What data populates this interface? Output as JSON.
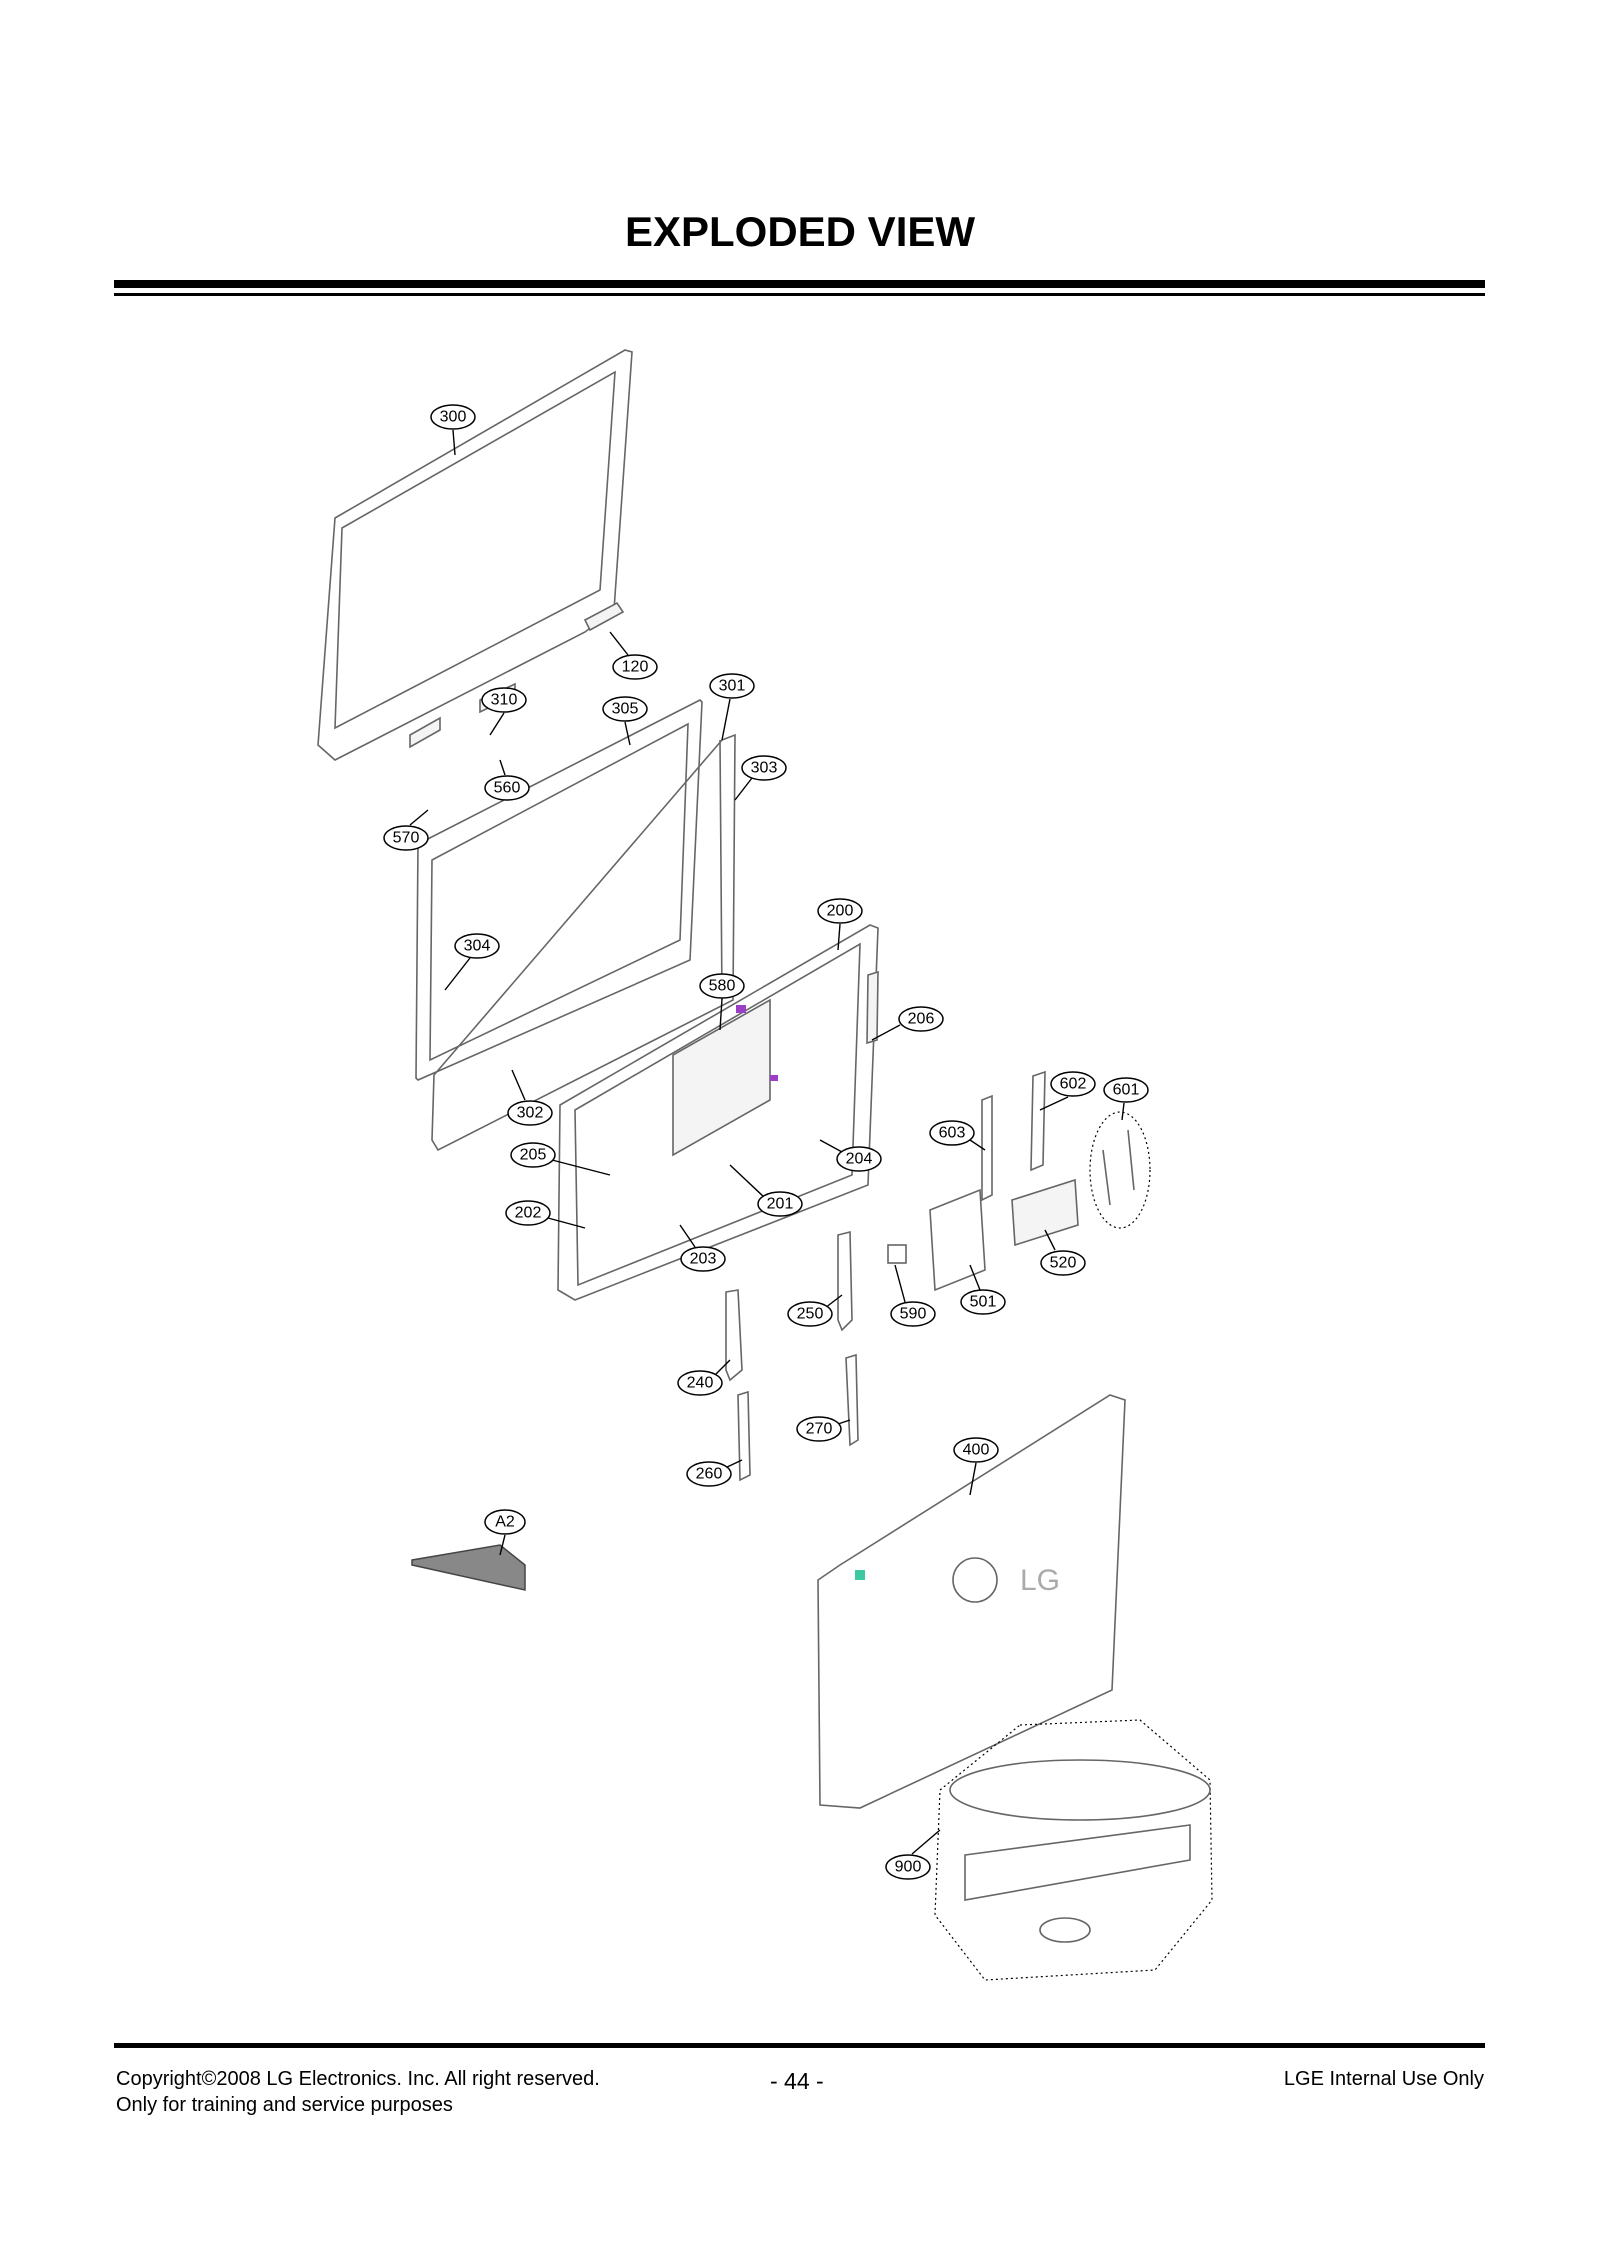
{
  "page": {
    "title": "EXPLODED VIEW",
    "footer": {
      "copyright": "Copyright©2008 LG Electronics. Inc. All right reserved.",
      "purpose": "Only for training and service purposes",
      "page_number": "- 44 -",
      "classification": "LGE Internal Use Only"
    }
  },
  "diagram": {
    "callouts": [
      "300",
      "120",
      "301",
      "310",
      "305",
      "303",
      "560",
      "570",
      "200",
      "304",
      "580",
      "206",
      "602",
      "601",
      "302",
      "603",
      "205",
      "204",
      "201",
      "202",
      "203",
      "520",
      "501",
      "250",
      "590",
      "240",
      "270",
      "400",
      "260",
      "A2",
      "900"
    ],
    "logo_text": "LG",
    "colors": {
      "line": "#666666",
      "accent_green": "#3cc8a0",
      "accent_purple": "#9b3fc8"
    }
  }
}
